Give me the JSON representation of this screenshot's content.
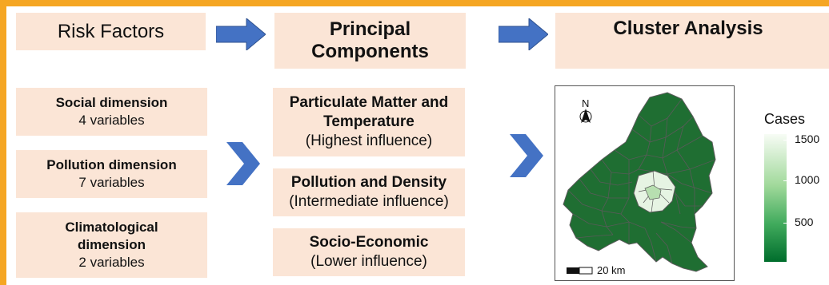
{
  "headers": {
    "risk_factors": "Risk Factors",
    "principal_components": [
      "Principal",
      "Components"
    ],
    "cluster_analysis": "Cluster Analysis"
  },
  "risk_dimensions": [
    {
      "title": "Social dimension",
      "detail": "4 variables"
    },
    {
      "title": "Pollution dimension",
      "detail": "7 variables"
    },
    {
      "title": [
        "Climatological",
        "dimension"
      ],
      "detail": "2 variables"
    }
  ],
  "components": [
    {
      "title": [
        "Particulate Matter and",
        "Temperature"
      ],
      "detail": "(Highest influence)"
    },
    {
      "title": "Pollution and Density",
      "detail": "(Intermediate influence)"
    },
    {
      "title": "Socio-Economic",
      "detail": "(Lower influence)"
    }
  ],
  "map": {
    "north_label": "N",
    "scale_label": "20 km",
    "legend_title": "Cases",
    "legend_ticks": [
      "1500",
      "1000",
      "500"
    ],
    "colors": {
      "low": "#006d2c",
      "mid": "#41ab5d",
      "high": "#f7fcf5",
      "border": "#5a5a5a"
    }
  },
  "colors": {
    "box": "#fbe5d6",
    "arrow": "#4472c4",
    "frame": "#f5a623"
  }
}
